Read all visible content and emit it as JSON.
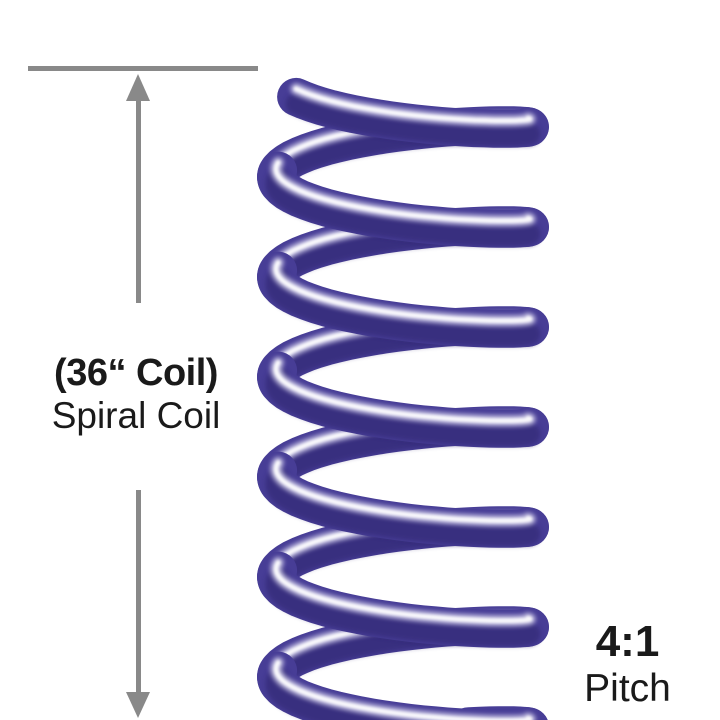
{
  "dimension_label": {
    "line1": "(36“ Coil)",
    "line2": "Spiral Coil"
  },
  "pitch_label": {
    "ratio": "4:1",
    "word": "Pitch"
  },
  "colors": {
    "background": "#ffffff",
    "coil_main": "#473d96",
    "coil_shadow": "#2a2369",
    "coil_sheen": "#eceafa",
    "coil_highlight": "#ffffff",
    "arrow_gray": "#898989",
    "text_color": "#1a1a1a"
  }
}
